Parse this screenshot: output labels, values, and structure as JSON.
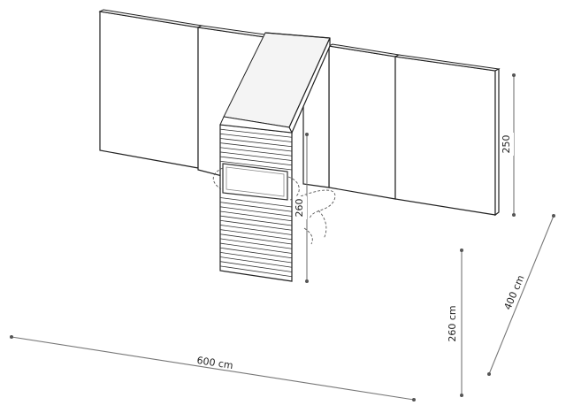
{
  "dimensions": {
    "width": "600 cm",
    "depth": "400 cm",
    "height": "260 cm",
    "panel_height": "250",
    "column_height": "260"
  }
}
